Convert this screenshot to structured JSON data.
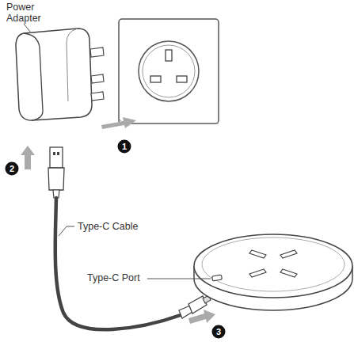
{
  "diagram": {
    "labels": [
      "Power Adapter",
      "Type-C Cable",
      "Type-C Port",
      "1",
      "2",
      "3"
    ]
  }
}
